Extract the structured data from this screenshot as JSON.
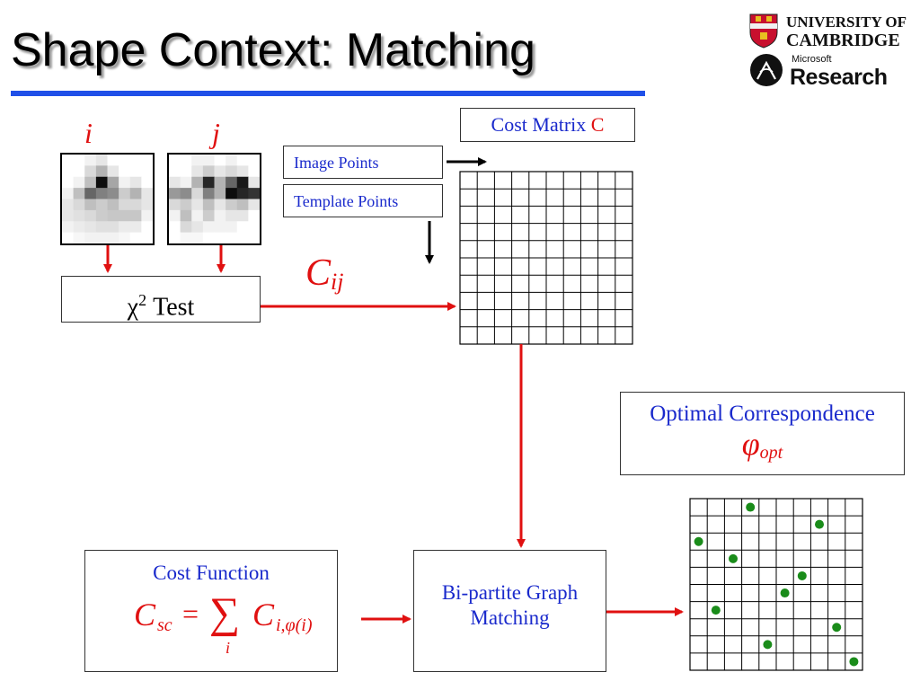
{
  "title": "Shape Context: Matching",
  "logos": {
    "university_line1": "UNIVERSITY OF",
    "university_line2": "CAMBRIDGE",
    "ms_small": "Microsoft",
    "ms_big": "Research"
  },
  "labels": {
    "i": "i",
    "j": "j",
    "chi_symbol": "χ",
    "chi_exp": "2",
    "chi_text": "Test",
    "cij_main": "C",
    "cij_sub": "ij",
    "cost_matrix_text": "Cost Matrix ",
    "cost_matrix_symbol": "C",
    "image_points": "Image Points",
    "template_points": "Template Points",
    "optimal_correspondence": "Optimal Correspondence",
    "phi_main": "φ",
    "phi_sub": "opt",
    "cost_function": "Cost Function",
    "formula_lhs": "C",
    "formula_lhs_sub": "sc",
    "formula_eq": "=",
    "formula_sum": "∑",
    "formula_sum_index": "i",
    "formula_rhs": "C",
    "formula_rhs_sub": "i,φ(i)",
    "bipartite_line1": "Bi-partite Graph",
    "bipartite_line2": "Matching"
  },
  "colors": {
    "title_rule": "#2050e8",
    "arrow_red": "#e01010",
    "text_blue": "#1a2acc",
    "dot_green": "#1a8c1a"
  },
  "cost_matrix": {
    "rows": 10,
    "cols": 10
  },
  "correspondence_grid": {
    "rows": 10,
    "cols": 10,
    "matches": [
      [
        0,
        3
      ],
      [
        1,
        7
      ],
      [
        2,
        0
      ],
      [
        3,
        2
      ],
      [
        4,
        6
      ],
      [
        5,
        5
      ],
      [
        6,
        1
      ],
      [
        7,
        8
      ],
      [
        8,
        4
      ],
      [
        9,
        9
      ]
    ]
  },
  "histograms": {
    "i": [
      [
        0.0,
        0.0,
        0.05,
        0.1,
        0.0,
        0.0,
        0.0,
        0.0
      ],
      [
        0.0,
        0.0,
        0.15,
        0.3,
        0.1,
        0.0,
        0.0,
        0.0
      ],
      [
        0.0,
        0.05,
        0.25,
        0.95,
        0.35,
        0.05,
        0.1,
        0.0
      ],
      [
        0.05,
        0.25,
        0.6,
        0.5,
        0.45,
        0.2,
        0.3,
        0.1
      ],
      [
        0.1,
        0.15,
        0.25,
        0.2,
        0.25,
        0.15,
        0.15,
        0.1
      ],
      [
        0.1,
        0.12,
        0.15,
        0.2,
        0.22,
        0.22,
        0.22,
        0.05
      ],
      [
        0.05,
        0.08,
        0.1,
        0.12,
        0.12,
        0.08,
        0.08,
        0.0
      ],
      [
        0.0,
        0.03,
        0.05,
        0.05,
        0.05,
        0.03,
        0.0,
        0.0
      ]
    ],
    "j": [
      [
        0.0,
        0.0,
        0.05,
        0.05,
        0.0,
        0.05,
        0.0,
        0.0
      ],
      [
        0.0,
        0.0,
        0.1,
        0.2,
        0.1,
        0.15,
        0.1,
        0.0
      ],
      [
        0.1,
        0.05,
        0.3,
        0.85,
        0.3,
        0.6,
        0.9,
        0.1
      ],
      [
        0.4,
        0.45,
        0.15,
        0.5,
        0.3,
        0.95,
        0.85,
        0.8
      ],
      [
        0.15,
        0.2,
        0.1,
        0.25,
        0.1,
        0.2,
        0.25,
        0.1
      ],
      [
        0.05,
        0.25,
        0.05,
        0.2,
        0.05,
        0.1,
        0.1,
        0.0
      ],
      [
        0.0,
        0.15,
        0.1,
        0.05,
        0.05,
        0.05,
        0.0,
        0.0
      ],
      [
        0.0,
        0.03,
        0.03,
        0.0,
        0.0,
        0.0,
        0.0,
        0.0
      ]
    ]
  }
}
